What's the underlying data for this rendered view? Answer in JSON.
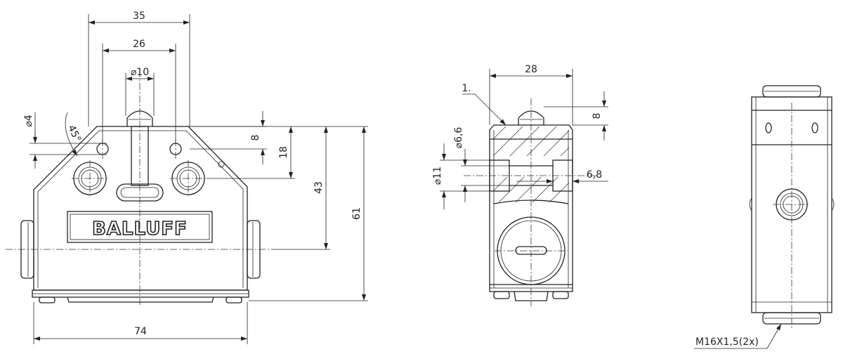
{
  "brand": {
    "text": "BALLUFF"
  },
  "front_view": {
    "width": "74",
    "height": "61",
    "top_width": "35",
    "mount_spacing": "26",
    "plunger_diameter": "⌀10",
    "hole_diameter": "⌀4",
    "chamfer_angle": "45°",
    "plunger_travel": "8",
    "mount_offset": "18",
    "center_height": "43"
  },
  "side_view": {
    "width": "28",
    "plunger_travel": "8",
    "bore_large": "⌀11",
    "bore_small": "⌀6,6",
    "bore_depth": "6,8",
    "callout": "1."
  },
  "right_view": {
    "thread": "M16X1,5(2x)"
  },
  "colors": {
    "line": "#222222",
    "background": "#ffffff"
  }
}
